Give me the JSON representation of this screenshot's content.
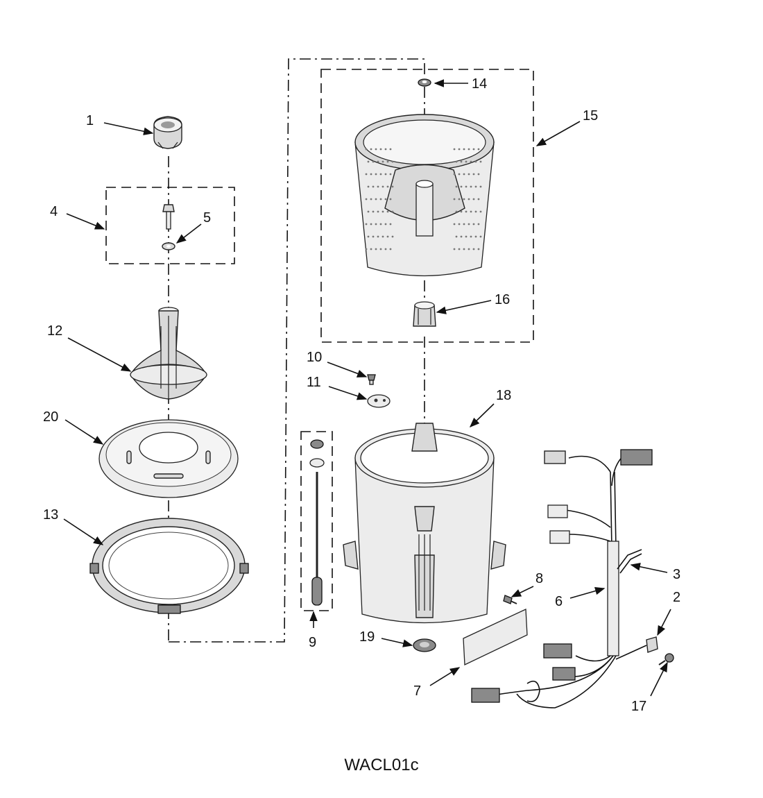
{
  "callouts": {
    "p1": "1",
    "p2": "2",
    "p3": "3",
    "p4": "4",
    "p5": "5",
    "p6": "6",
    "p7": "7",
    "p8": "8",
    "p9": "9",
    "p10": "10",
    "p11": "11",
    "p12": "12",
    "p13": "13",
    "p14": "14",
    "p15": "15",
    "p16": "16",
    "p17": "17",
    "p18": "18",
    "p19": "19",
    "p20": "20"
  },
  "caption": "WACL01c"
}
